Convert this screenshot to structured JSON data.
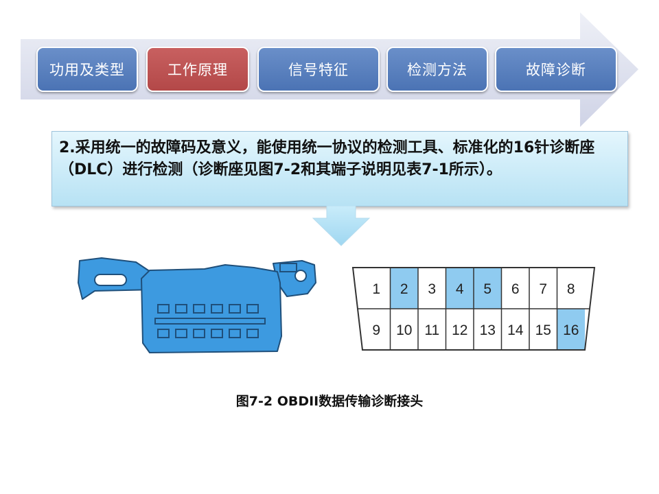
{
  "nav": {
    "tabs": [
      {
        "label": "功用及类型",
        "active": false
      },
      {
        "label": "工作原理",
        "active": true
      },
      {
        "label": "信号特征",
        "active": false
      },
      {
        "label": "检测方法",
        "active": false
      },
      {
        "label": "故障诊断",
        "active": false
      }
    ]
  },
  "callout": {
    "text": "2.采用统一的故障码及意义，能使用统一协议的检测工具、标准化的16针诊断座（DLC）进行检测（诊断座见图7-2和其端子说明见表7-1所示）。"
  },
  "pin_diagram": {
    "top_row": [
      "1",
      "2",
      "3",
      "4",
      "5",
      "6",
      "7",
      "8"
    ],
    "bottom_row": [
      "9",
      "10",
      "11",
      "12",
      "13",
      "14",
      "15",
      "16"
    ],
    "highlighted_pins": [
      "2",
      "4",
      "5",
      "16"
    ],
    "highlight_color": "#8fcbf0"
  },
  "figure_caption": "图7-2 OBDII数据传输诊断接头",
  "colors": {
    "tab_blue": "#4b73b4",
    "tab_active": "#b34848",
    "connector_blue": "#3d9ae0"
  }
}
